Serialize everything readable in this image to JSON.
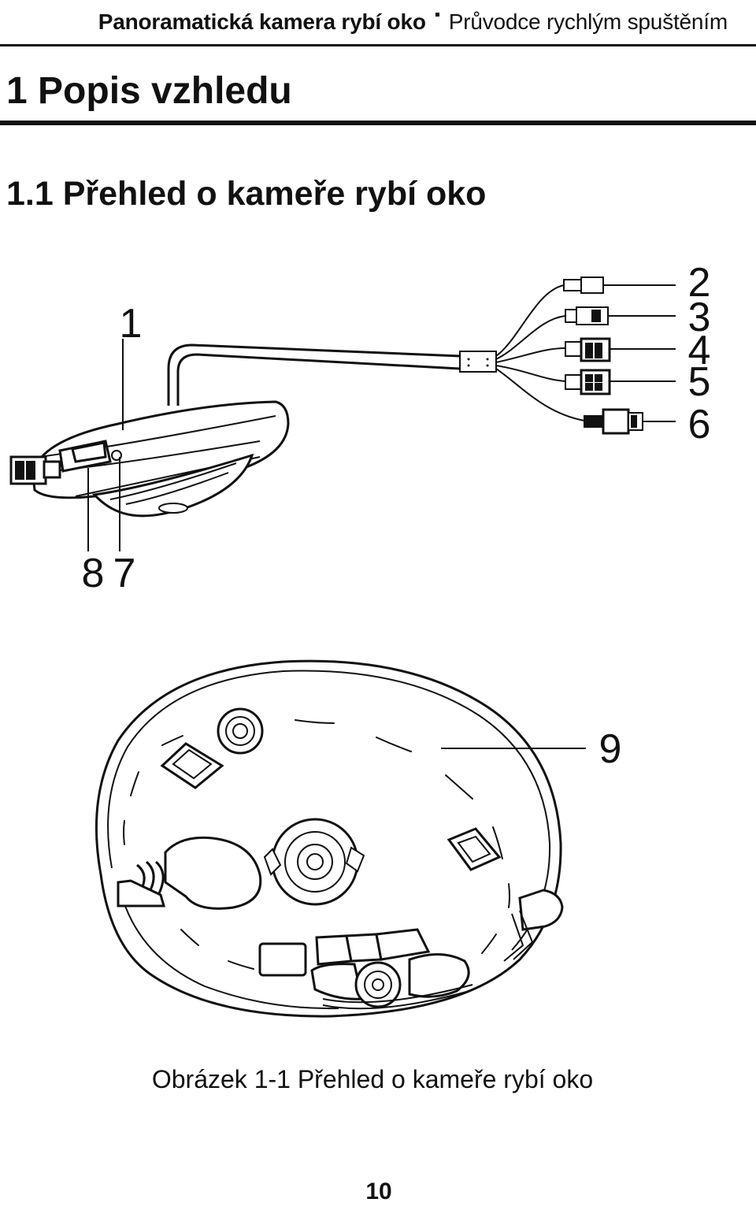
{
  "header": {
    "product": "Panoramatická kamera rybí oko",
    "guide": "Průvodce rychlým spuštěním"
  },
  "section_title": "1 Popis vzhledu",
  "subsection_title": "1.1 Přehled o kameře rybí oko",
  "figure": {
    "callouts": [
      "1",
      "2",
      "3",
      "4",
      "5",
      "6",
      "7",
      "8",
      "9"
    ],
    "caption": "Obrázek 1-1 Přehled o kameře rybí oko"
  },
  "page_number": "10"
}
